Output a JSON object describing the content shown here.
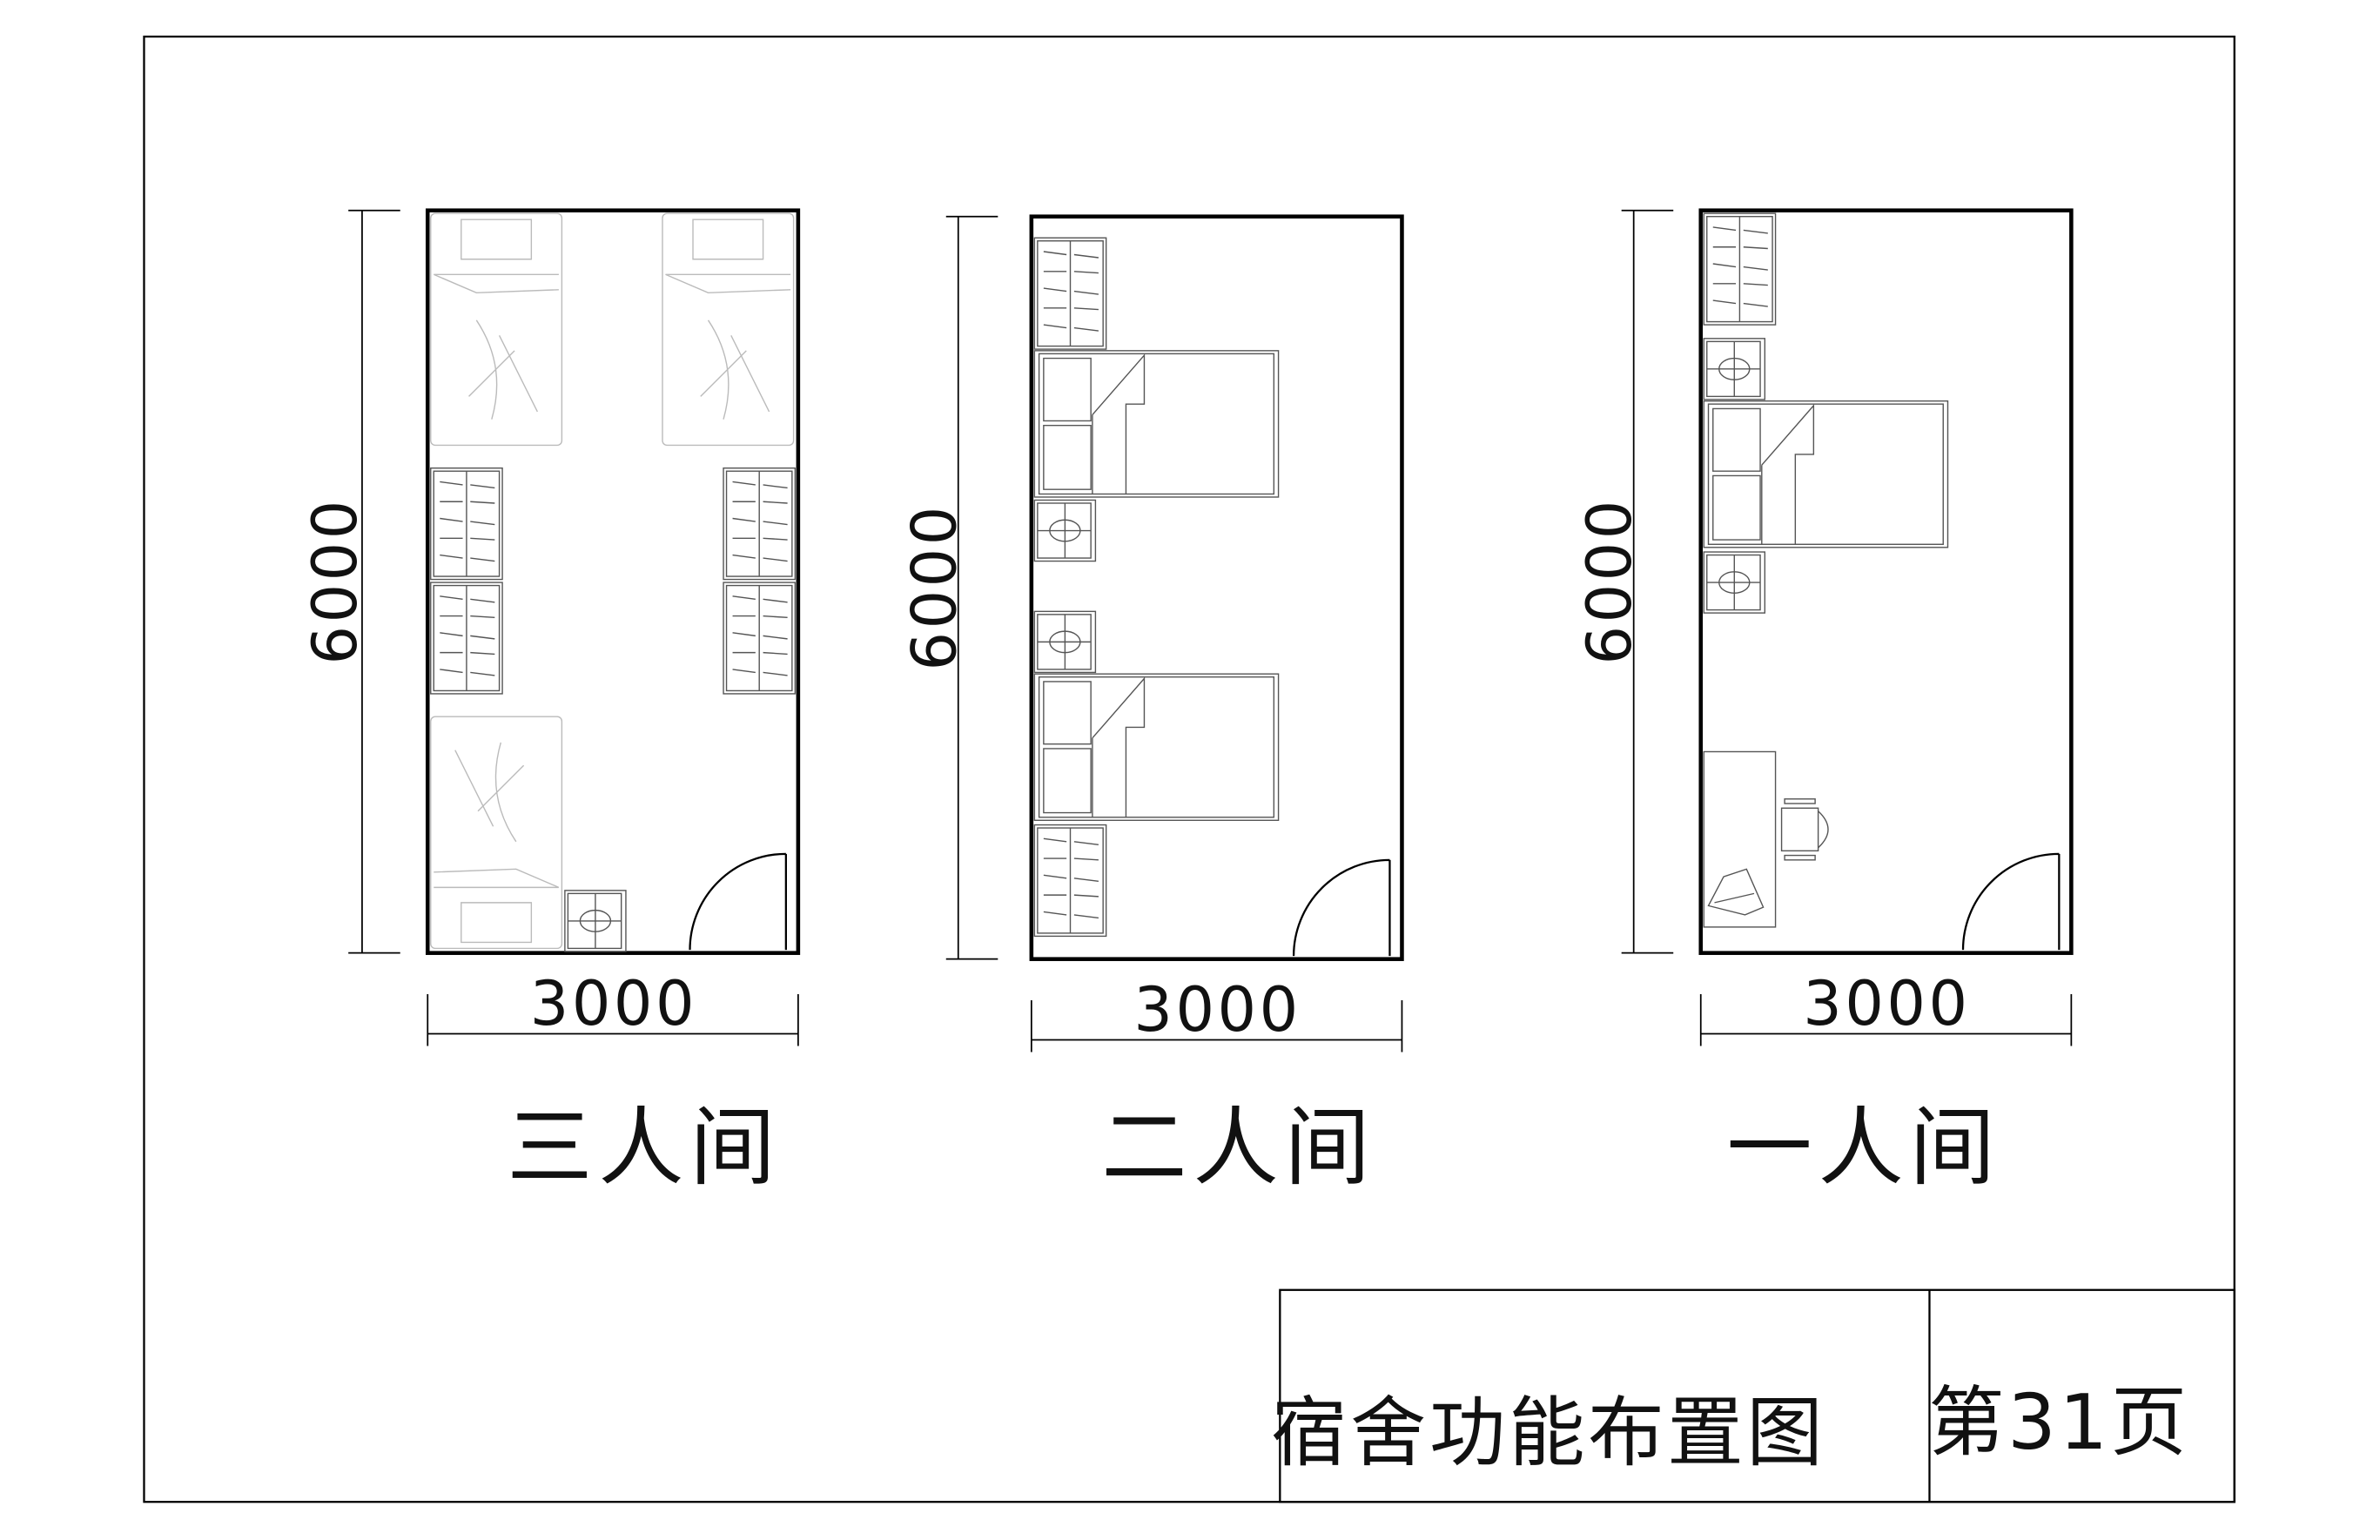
{
  "drawing": {
    "title": "宿舍功能布置图",
    "page": "第31页"
  },
  "rooms": [
    {
      "label": "三人间",
      "width_dim": "3000",
      "height_dim": "6000"
    },
    {
      "label": "二人间",
      "width_dim": "3000",
      "height_dim": "6000"
    },
    {
      "label": "一人间",
      "width_dim": "3000",
      "height_dim": "6000"
    }
  ]
}
